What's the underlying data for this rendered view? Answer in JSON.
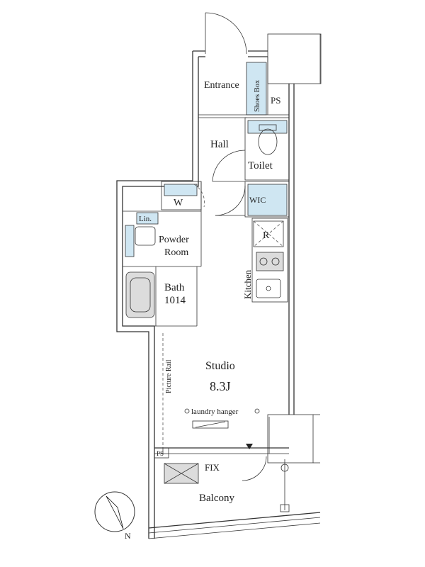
{
  "rooms": {
    "entrance": "Entrance",
    "shoes_box": "Shoes Box",
    "ps_top": "PS",
    "hall": "Hall",
    "toilet": "Toilet",
    "w": "W",
    "wic": "WIC",
    "lin": "Lin.",
    "powder_line1": "Powder",
    "powder_line2": "Room",
    "r": "R",
    "kitchen": "Kitchen",
    "bath_line1": "Bath",
    "bath_line2": "1014",
    "studio": "Studio",
    "studio_size": "8.3J",
    "laundry": "laundry hanger",
    "picture_rail": "Picture Rail",
    "ps_bottom": "PS",
    "fix": "FIX",
    "balcony": "Balcony"
  },
  "compass": {
    "north": "N"
  },
  "colors": {
    "accent": "#cfe6f2",
    "wall": "#333333",
    "fixture": "#dcdcdc"
  }
}
